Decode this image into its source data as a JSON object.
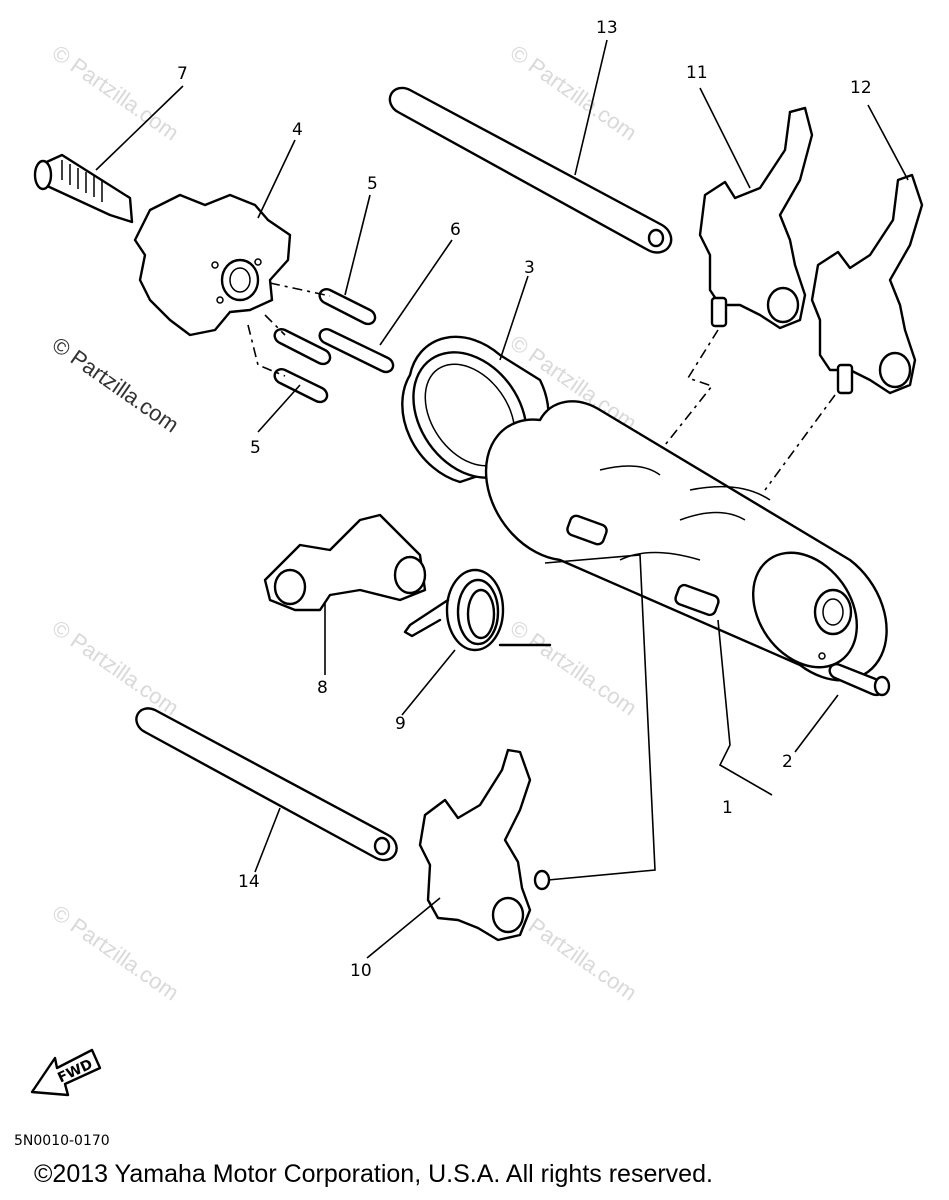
{
  "callouts": [
    {
      "label": "13"
    },
    {
      "label": "11"
    },
    {
      "label": "12"
    },
    {
      "label": "7"
    },
    {
      "label": "4"
    },
    {
      "label": "5"
    },
    {
      "label": "6"
    },
    {
      "label": "3"
    },
    {
      "label": "5"
    },
    {
      "label": "8"
    },
    {
      "label": "9"
    },
    {
      "label": "2"
    },
    {
      "label": "1"
    },
    {
      "label": "14"
    },
    {
      "label": "10"
    }
  ],
  "watermark": "© Partzilla.com",
  "fwd_label": "FWD",
  "diagram_code": "5N0010-0170",
  "copyright": "©2013 Yamaha Motor Corporation, U.S.A. All rights reserved."
}
